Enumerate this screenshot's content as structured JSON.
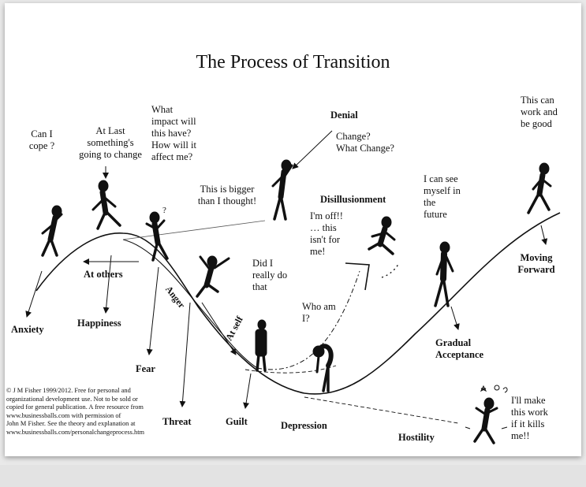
{
  "title": "The Process of Transition",
  "stages": {
    "anxiety": "Anxiety",
    "happiness": "Happiness",
    "fear": "Fear",
    "threat": "Threat",
    "guilt": "Guilt",
    "depression": "Depression",
    "hostility": "Hostility",
    "gradual_acceptance": [
      "Gradual",
      "Acceptance"
    ],
    "moving_forward": [
      "Moving",
      "Forward"
    ],
    "denial": "Denial",
    "disillusionment": "Disillusionment",
    "at_others": "At others",
    "anger": "Anger",
    "at_self": "At self"
  },
  "quotes": {
    "can_i_cope": [
      "Can I",
      "cope ?"
    ],
    "at_last": [
      "At Last",
      "something's",
      "going to change"
    ],
    "what_impact": [
      "What",
      "impact will",
      "this have?",
      "How will it",
      "affect me?"
    ],
    "bigger": [
      "This is bigger",
      "than I thought!"
    ],
    "change": [
      "Change?",
      "What Change?"
    ],
    "im_off": [
      "I'm off!!",
      "… this",
      "isn't for",
      "me!"
    ],
    "did_i": [
      "Did I",
      "really do",
      "that"
    ],
    "who_am_i": [
      "Who am",
      "I?"
    ],
    "see_future": [
      "I can see",
      "myself in",
      "the",
      "future"
    ],
    "this_can_work": [
      "This can",
      "work and",
      "be good"
    ],
    "make_work": [
      "I'll make",
      "this work",
      "if it kills",
      "me!!"
    ]
  },
  "copyright": [
    "© J M Fisher 1999/2012. Free for personal and",
    "organizational development use. Not to be sold or",
    "copied for general publication. A free resource from",
    "www.businessballs.com with permission of",
    "John M Fisher.  See the theory and explanation at",
    "www.businessballs.com/personalchangeprocess.htm"
  ]
}
